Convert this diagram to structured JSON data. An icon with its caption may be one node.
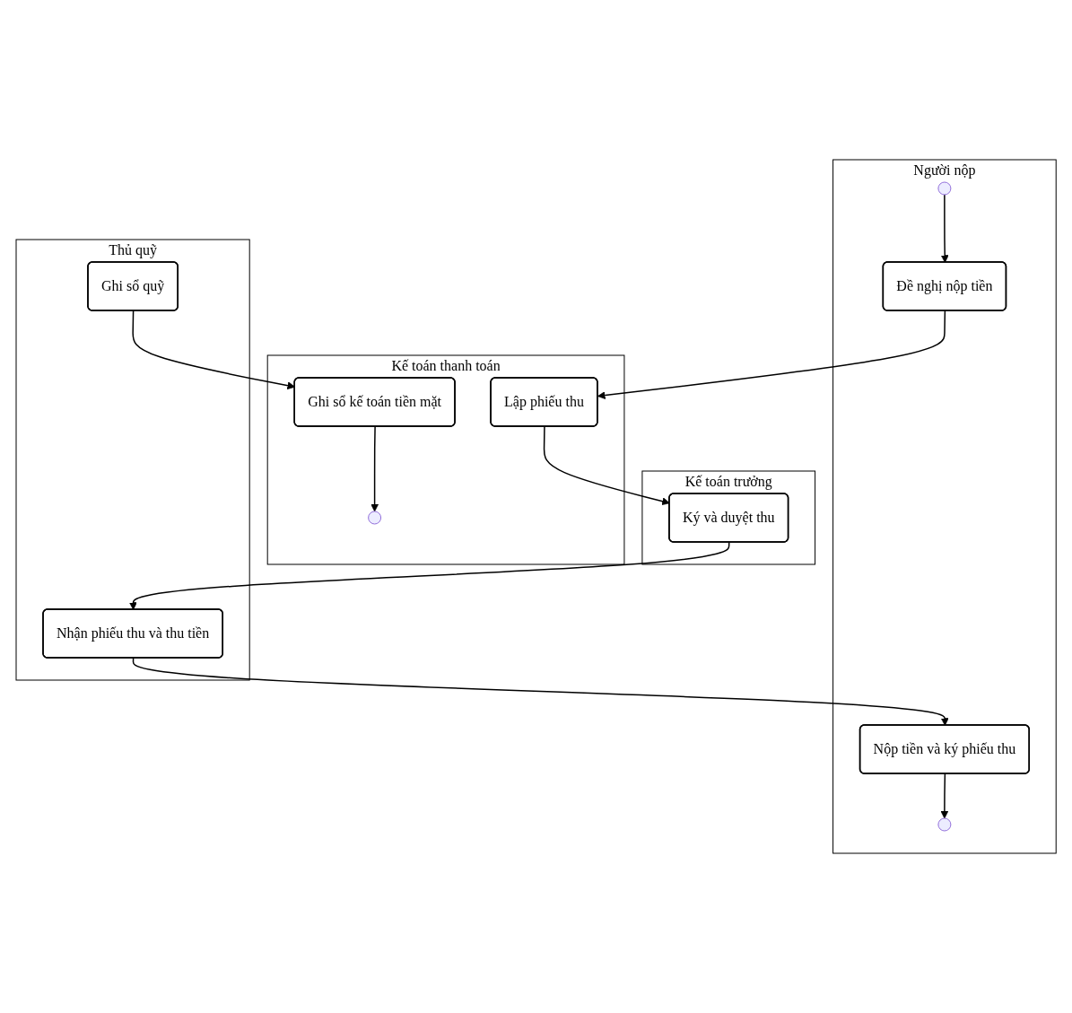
{
  "diagram": {
    "nodes": [
      {
        "text": [
          "Người nộp"
        ]
      },
      {
        "text": [
          "Kế toán thanh toán"
        ]
      },
      {
        "text": [
          "Kế toán trưởng"
        ]
      },
      {
        "text": [
          "Thủ quỹ"
        ]
      },
      {
        "text": [],
        "shape": "circle",
        "in": 0
      },
      {
        "text": [
          "Đề nghị nộp tiền"
        ],
        "in": 0
      },
      {
        "text": [
          "Lập phiếu thu"
        ],
        "in": 1
      },
      {
        "text": [
          "Ký và duyệt thu"
        ],
        "in": 2
      },
      {
        "text": [
          "Nhận phiếu thu và thu tiền"
        ],
        "in": 3
      },
      {
        "text": [
          "Nộp tiền và ký phiếu thu"
        ],
        "in": 0
      },
      {
        "text": [],
        "shape": "circle",
        "in": 0
      },
      {
        "text": [
          "Ghi sổ kế toán tiền mặt"
        ],
        "in": 1
      },
      {
        "text": [
          "Ghi sổ quỹ"
        ],
        "in": 3
      },
      {
        "text": [],
        "shape": "circle",
        "in": 1
      }
    ],
    "edges": [
      {
        "from": 4,
        "to": 5,
        "arrow": "to"
      },
      {
        "from": 5,
        "to": 6,
        "arrow": "to"
      },
      {
        "from": 6,
        "to": 7,
        "arrow": "to"
      },
      {
        "from": 7,
        "to": 8,
        "arrow": "to"
      },
      {
        "from": 8,
        "to": 9,
        "arrow": "to"
      },
      {
        "from": 9,
        "to": 10,
        "arrow": "to"
      },
      {
        "from": 12,
        "to": 11,
        "arrow": "to"
      },
      {
        "from": 11,
        "to": 13,
        "arrow": "to"
      }
    ]
  }
}
